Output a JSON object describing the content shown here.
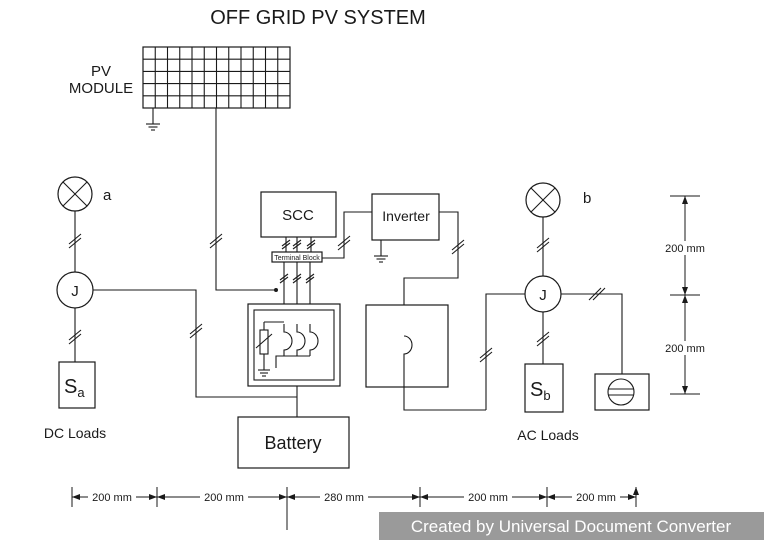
{
  "title": "OFF GRID PV SYSTEM",
  "labels": {
    "pv_module_line1": "PV",
    "pv_module_line2": "MODULE",
    "scc": "SCC",
    "inverter": "Inverter",
    "terminal_block": "Terminal Block",
    "battery": "Battery",
    "lamp_a": "a",
    "lamp_b": "b",
    "junction_left": "J",
    "junction_right": "J",
    "switch_a_main": "S",
    "switch_a_sub": "a",
    "switch_b_main": "S",
    "switch_b_sub": "b",
    "dc_loads": "DC Loads",
    "ac_loads": "AC Loads"
  },
  "dimensions": {
    "horizontal": [
      "200 mm",
      "200 mm",
      "280 mm",
      "200 mm",
      "200 mm"
    ],
    "vertical": [
      "200 mm",
      "200 mm"
    ]
  },
  "watermark": "Created by Universal Document Converter"
}
